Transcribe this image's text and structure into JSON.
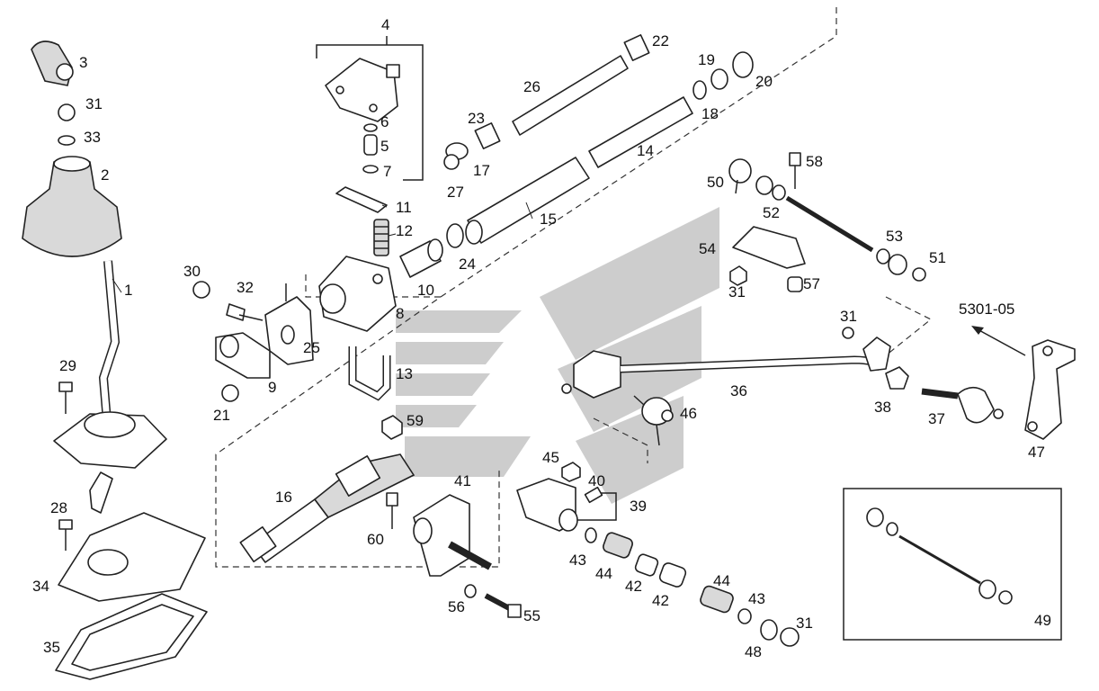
{
  "diagram": {
    "reference_code": "5301-05",
    "labels": [
      "1",
      "2",
      "3",
      "4",
      "5",
      "6",
      "7",
      "8",
      "9",
      "10",
      "11",
      "12",
      "13",
      "14",
      "15",
      "16",
      "17",
      "18",
      "19",
      "20",
      "21",
      "22",
      "23",
      "24",
      "25",
      "26",
      "27",
      "28",
      "29",
      "30",
      "31",
      "31",
      "31",
      "31",
      "32",
      "33",
      "34",
      "35",
      "36",
      "37",
      "38",
      "39",
      "40",
      "41",
      "42",
      "42",
      "43",
      "43",
      "44",
      "44",
      "45",
      "46",
      "47",
      "48",
      "49",
      "50",
      "51",
      "52",
      "53",
      "54",
      "55",
      "56",
      "57",
      "58",
      "59",
      "60"
    ]
  },
  "colors": {
    "line": "#222222",
    "watermark": "#bcbcbc",
    "background": "#ffffff"
  }
}
